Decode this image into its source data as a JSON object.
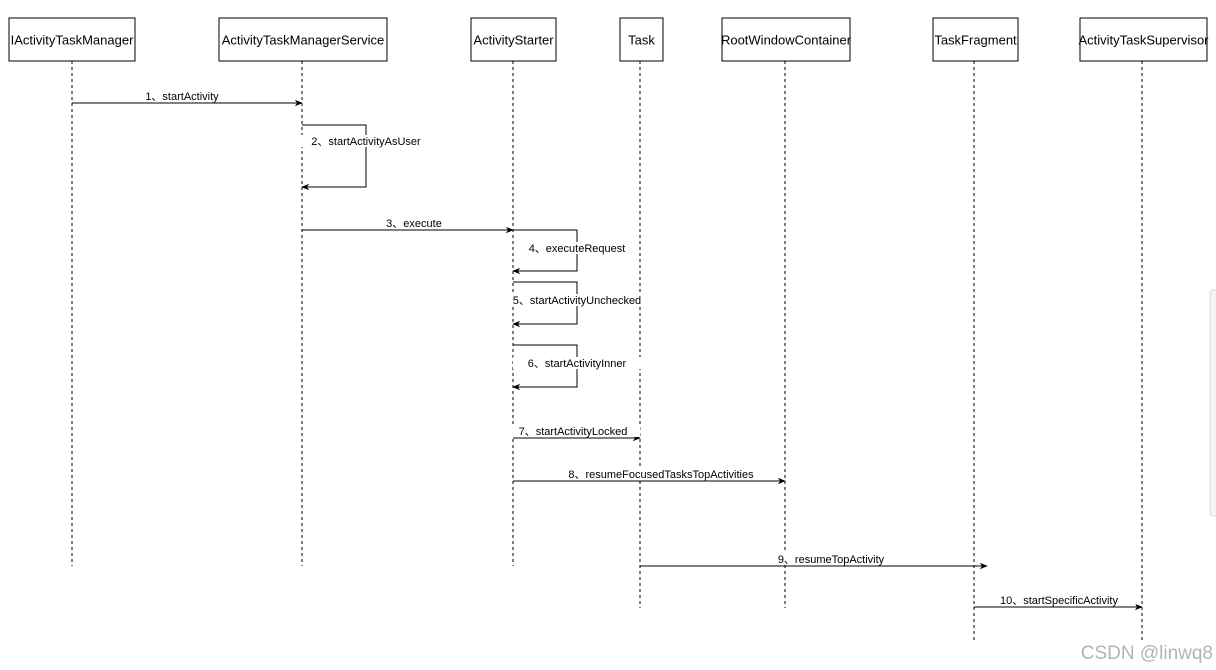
{
  "participants": [
    {
      "id": "iatm",
      "label": "IActivityTaskManager"
    },
    {
      "id": "atms",
      "label": "ActivityTaskManagerService"
    },
    {
      "id": "as",
      "label": "ActivityStarter"
    },
    {
      "id": "task",
      "label": "Task"
    },
    {
      "id": "rwc",
      "label": "RootWindowContainer"
    },
    {
      "id": "tf",
      "label": "TaskFragment"
    },
    {
      "id": "ats",
      "label": "ActivityTaskSupervisor"
    }
  ],
  "messages": [
    {
      "label": "1、startActivity",
      "from": "iatm",
      "to": "atms",
      "kind": "call"
    },
    {
      "label": "2、startActivityAsUser",
      "from": "atms",
      "to": "atms",
      "kind": "self"
    },
    {
      "label": "3、execute",
      "from": "atms",
      "to": "as",
      "kind": "call"
    },
    {
      "label": "4、executeRequest",
      "from": "as",
      "to": "as",
      "kind": "self"
    },
    {
      "label": "5、startActivityUnchecked",
      "from": "as",
      "to": "as",
      "kind": "self"
    },
    {
      "label": "6、startActivityInner",
      "from": "as",
      "to": "as",
      "kind": "self"
    },
    {
      "label": "7、startActivityLocked",
      "from": "as",
      "to": "task",
      "kind": "call"
    },
    {
      "label": "8、resumeFocusedTasksTopActivities",
      "from": "as",
      "to": "rwc",
      "kind": "call"
    },
    {
      "label": "9、resumeTopActivity",
      "from": "task",
      "to": "tf",
      "kind": "call"
    },
    {
      "label": "10、startSpecificActivity",
      "from": "tf",
      "to": "ats",
      "kind": "call"
    }
  ],
  "watermark": "CSDN @linwq8"
}
